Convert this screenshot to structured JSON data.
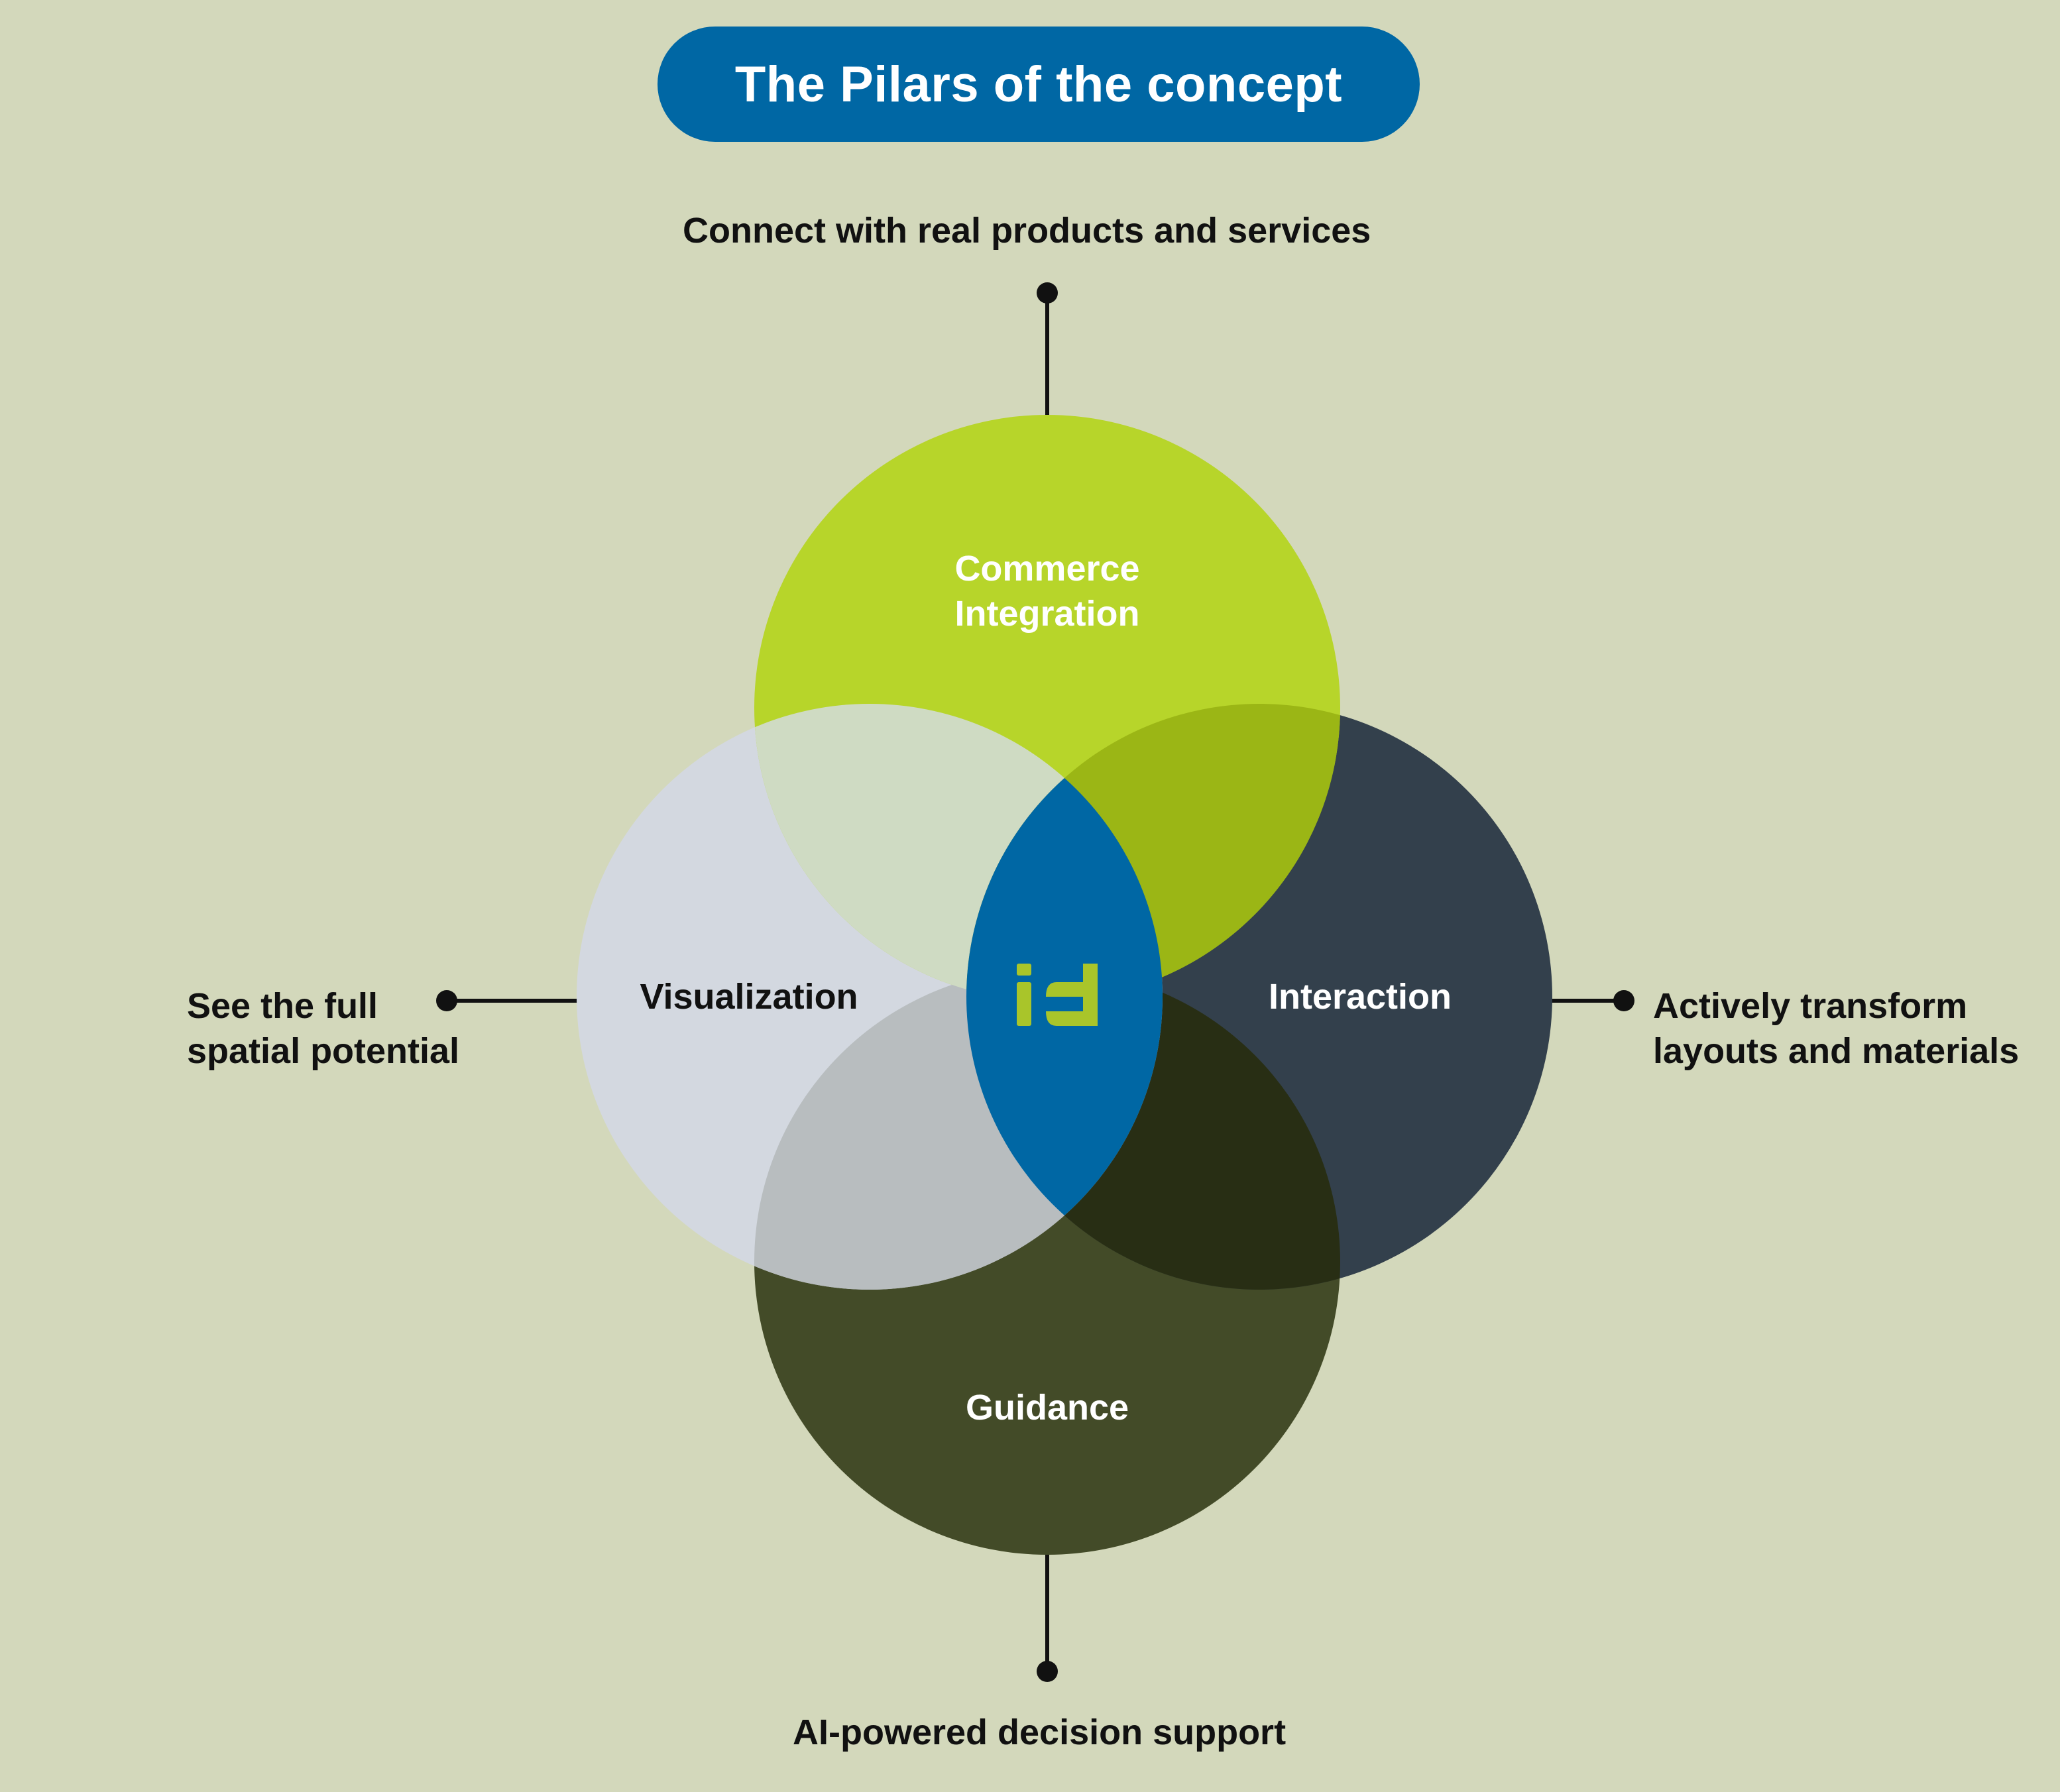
{
  "title": "The Pilars of the concept",
  "pilars": {
    "commerce": {
      "line1": "Commerce",
      "line2": "Integration",
      "color": "#b7d52a"
    },
    "visualization": {
      "label": "Visualization",
      "color": "#d3d8e0"
    },
    "interaction": {
      "label": "Interaction",
      "color": "#33404c"
    },
    "guidance": {
      "label": "Guidance",
      "color": "#434b28"
    }
  },
  "descriptions": {
    "top": "Connect with real products and services",
    "left": {
      "line1": "See the full",
      "line2": "spatial potential"
    },
    "right": {
      "line1": "Actively transform",
      "line2": "layouts and materials"
    },
    "bottom": "AI-powered decision support"
  },
  "center": {
    "logo_text": "id",
    "color": "#0067a4",
    "logo_color": "#a9c52a"
  },
  "colors": {
    "background": "#d3d8bb",
    "title_pill": "#0067a4",
    "overlap_commerce_visual": "#cfdbc3",
    "overlap_commerce_interaction": "#9bb615",
    "overlap_visual_guidance": "#b8bdbf",
    "overlap_interaction_guidance": "#282e14"
  }
}
